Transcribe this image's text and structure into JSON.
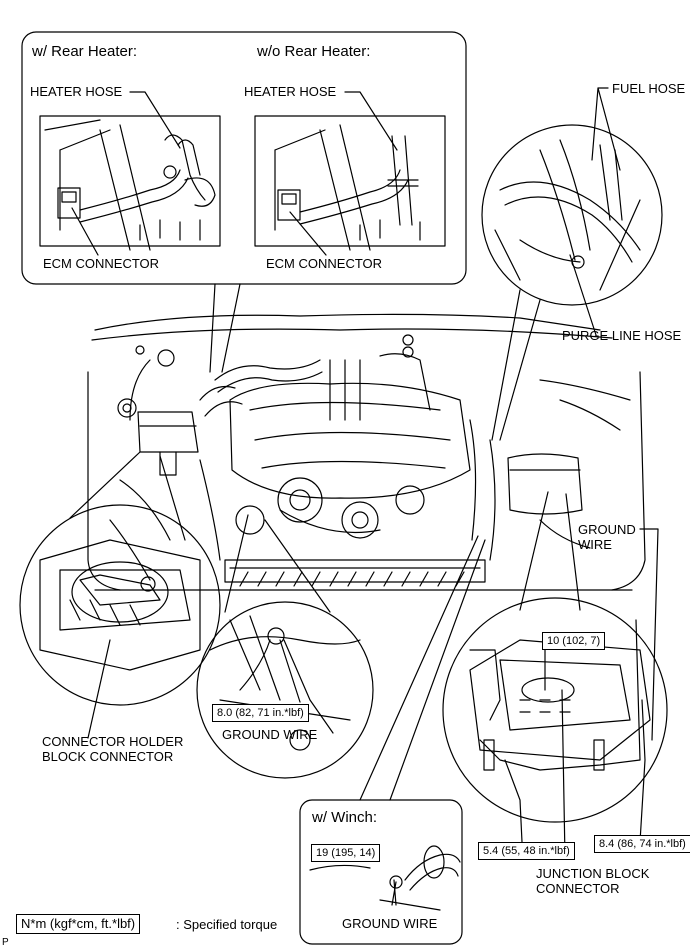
{
  "headers": {
    "with_rear_heater": "w/ Rear Heater:",
    "without_rear_heater": "w/o Rear Heater:",
    "with_winch": "w/ Winch:"
  },
  "labels": {
    "heater_hose_left": "HEATER HOSE",
    "heater_hose_right": "HEATER HOSE",
    "ecm_connector_left": "ECM CONNECTOR",
    "ecm_connector_right": "ECM CONNECTOR",
    "fuel_hose": "FUEL HOSE",
    "purge_line_hose": "PURGE LINE HOSE",
    "ground_wire_right_1": "GROUND",
    "ground_wire_right_2": "WIRE",
    "connector_holder_1": "CONNECTOR HOLDER",
    "connector_holder_2": "BLOCK CONNECTOR",
    "ground_wire_mid": "GROUND WIRE",
    "junction_block_1": "JUNCTION BLOCK",
    "junction_block_2": "CONNECTOR",
    "ground_wire_winch": "GROUND WIRE"
  },
  "torques": {
    "ground_wire_mid": "8.0 (82, 71 in.*lbf)",
    "junction_top": "10 (102, 7)",
    "junction_left": "5.4 (55, 48 in.*lbf)",
    "junction_right": "8.4 (86, 74 in.*lbf)",
    "winch": "19 (195, 14)"
  },
  "legend": {
    "unit": "N*m (kgf*cm, ft.*lbf)",
    "text": ": Specified torque"
  },
  "corner_mark": "P"
}
